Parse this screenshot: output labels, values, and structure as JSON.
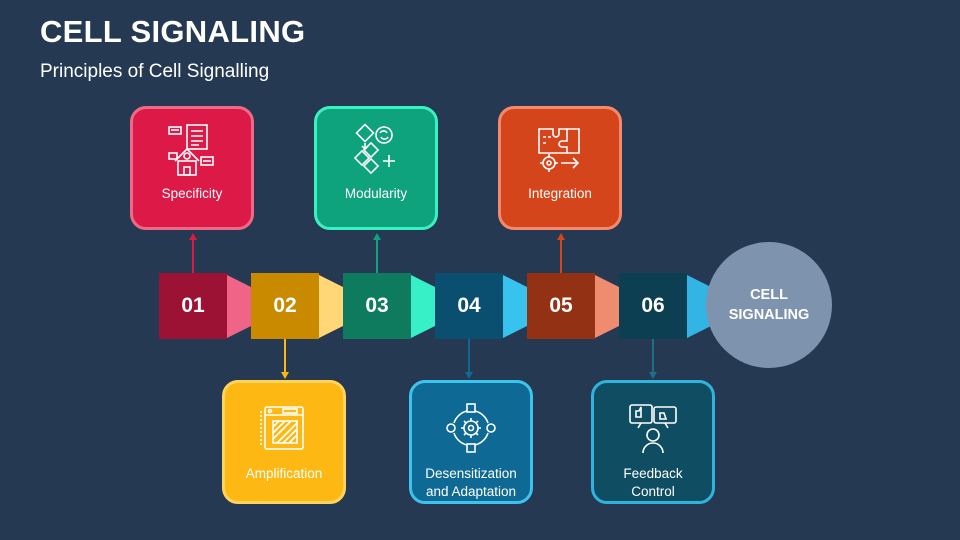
{
  "header": {
    "title": "CELL SIGNALING",
    "subtitle": "Principles of Cell Signalling"
  },
  "steps": [
    {
      "number": "01",
      "label": "Specificity",
      "icon": "specificity-icon",
      "color": "#9b1234",
      "card_color": "#dc1947",
      "card_border": "#f06a87",
      "fold_color": "#f06488",
      "position": "top"
    },
    {
      "number": "02",
      "label": "Amplification",
      "icon": "amplification-icon",
      "color": "#c98a00",
      "card_color": "#fdb813",
      "card_border": "#ffd45e",
      "fold_color": "#ffd777",
      "position": "bottom"
    },
    {
      "number": "03",
      "label": "Modularity",
      "icon": "modularity-icon",
      "color": "#0e7a5e",
      "card_color": "#0ea27d",
      "card_border": "#3af2c1",
      "fold_color": "#38f0c8",
      "position": "top"
    },
    {
      "number": "04",
      "label": "Desensitization and Adaptation",
      "icon": "desensitization-icon",
      "color": "#0b4f70",
      "card_color": "#0e6a94",
      "card_border": "#3ec3ee",
      "fold_color": "#38c3ef",
      "position": "bottom"
    },
    {
      "number": "05",
      "label": "Integration",
      "icon": "integration-icon",
      "color": "#933114",
      "card_color": "#d4451c",
      "card_border": "#f4896b",
      "fold_color": "#ef8c70",
      "position": "top"
    },
    {
      "number": "06",
      "label": "Feedback Control",
      "icon": "feedback-icon",
      "color": "#0d3f52",
      "card_color": "#0f4d63",
      "card_border": "#2fb4e0",
      "fold_color": "#32b5e4",
      "position": "bottom"
    }
  ],
  "center": {
    "label": "CELL SIGNALING",
    "color": "#7e93ad"
  }
}
